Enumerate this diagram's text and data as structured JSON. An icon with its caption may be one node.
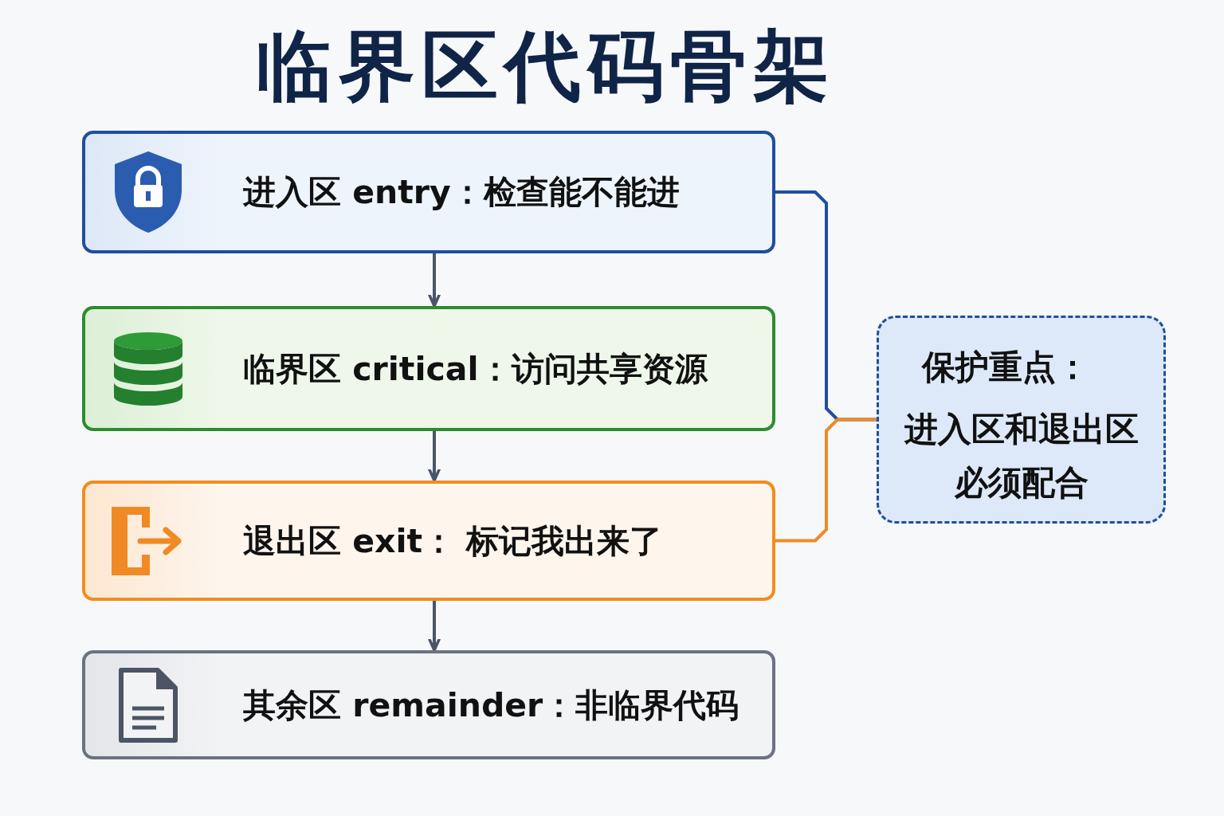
{
  "diagram": {
    "title": "临界区代码骨架",
    "nodes": [
      {
        "text": [
          "进入区 entry：检查能不能进"
        ]
      },
      {
        "text": [
          "临界区 critical：访问共享资源"
        ]
      },
      {
        "text": [
          "退出区 exit： 标记我出来了"
        ]
      },
      {
        "text": [
          "其余区 remainder：非临界代码"
        ]
      },
      {
        "text": [
          "保护重点：",
          "进入区和退出区必须配合"
        ]
      }
    ],
    "edges": [
      {
        "from": 0,
        "to": 1,
        "arrow": "to"
      },
      {
        "from": 1,
        "to": 2,
        "arrow": "to"
      },
      {
        "from": 2,
        "to": 3,
        "arrow": "to"
      },
      {
        "from": 0,
        "to": 4,
        "arrow": "none",
        "color": "#1f4ea0"
      },
      {
        "from": 2,
        "to": 4,
        "arrow": "none",
        "color": "#f08a24"
      }
    ]
  }
}
